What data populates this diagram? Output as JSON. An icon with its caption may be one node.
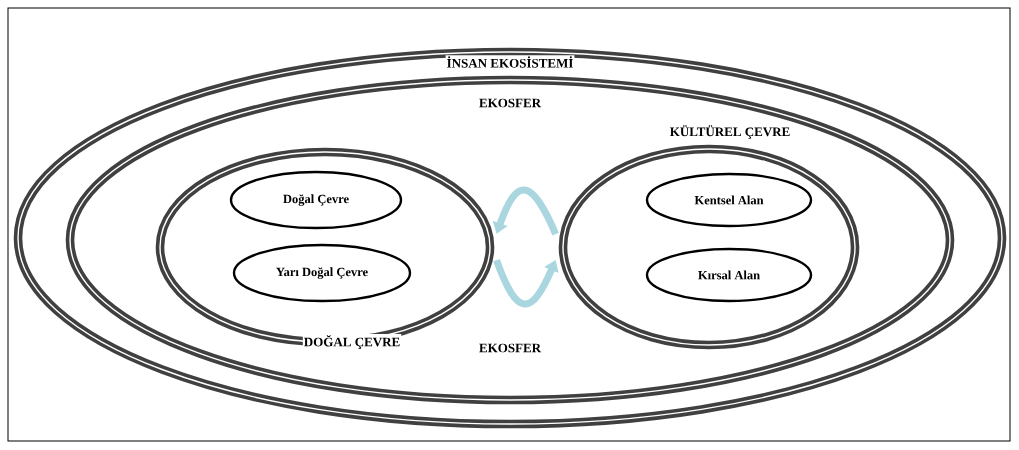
{
  "diagram": {
    "nodes": [
      {
        "text": [
          "İNSAN EKOSİSTEMİ"
        ]
      },
      {
        "text": [
          "EKOSFER",
          "EKOSFER"
        ],
        "in": 0
      },
      {
        "text": [
          "DOĞAL ÇEVRE"
        ],
        "in": 1
      },
      {
        "text": [
          "Doğal Çevre"
        ],
        "in": 2
      },
      {
        "text": [
          "Yarı Doğal Çevre"
        ],
        "in": 2
      },
      {
        "text": [
          "KÜLTÜREL ÇEVRE"
        ],
        "in": 1
      },
      {
        "text": [
          "Kentsel Alan"
        ],
        "in": 5
      },
      {
        "text": [
          "Kırsal Alan"
        ],
        "in": 5
      }
    ],
    "edges": [
      {
        "from": 5,
        "to": 2,
        "arrow": "to",
        "color": "#a9d6df"
      },
      {
        "from": 2,
        "to": 5,
        "arrow": "to",
        "color": "#a9d6df"
      }
    ]
  }
}
